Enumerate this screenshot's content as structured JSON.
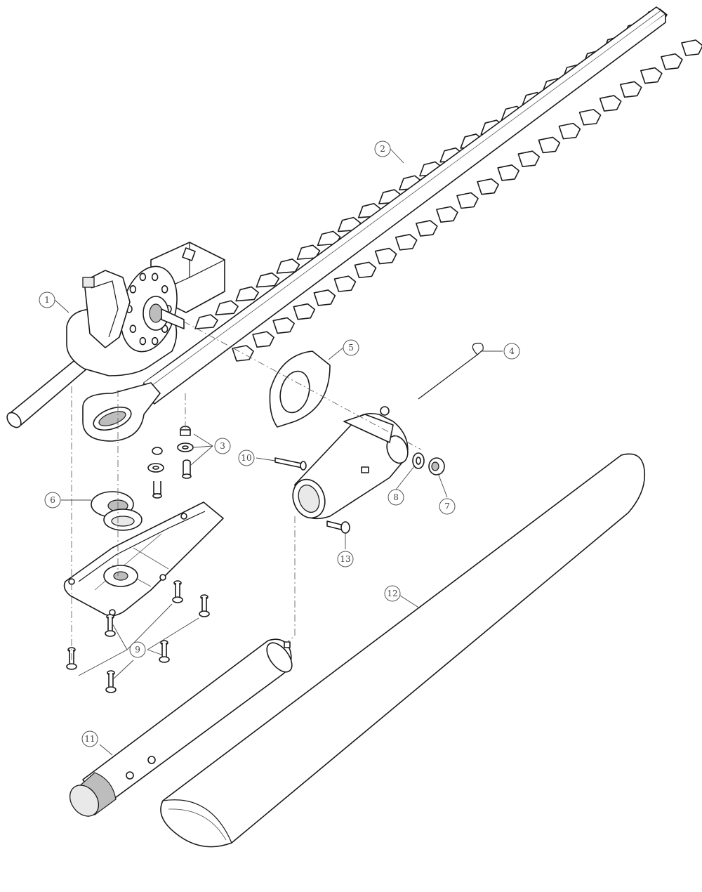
{
  "diagram": {
    "callouts": [
      {
        "id": "1",
        "label": "1"
      },
      {
        "id": "2",
        "label": "2"
      },
      {
        "id": "3",
        "label": "3"
      },
      {
        "id": "4",
        "label": "4"
      },
      {
        "id": "5",
        "label": "5"
      },
      {
        "id": "6",
        "label": "6"
      },
      {
        "id": "7",
        "label": "7"
      },
      {
        "id": "8",
        "label": "8"
      },
      {
        "id": "9",
        "label": "9"
      },
      {
        "id": "10",
        "label": "10"
      },
      {
        "id": "11",
        "label": "11"
      },
      {
        "id": "12",
        "label": "12"
      },
      {
        "id": "13",
        "label": "13"
      }
    ]
  }
}
